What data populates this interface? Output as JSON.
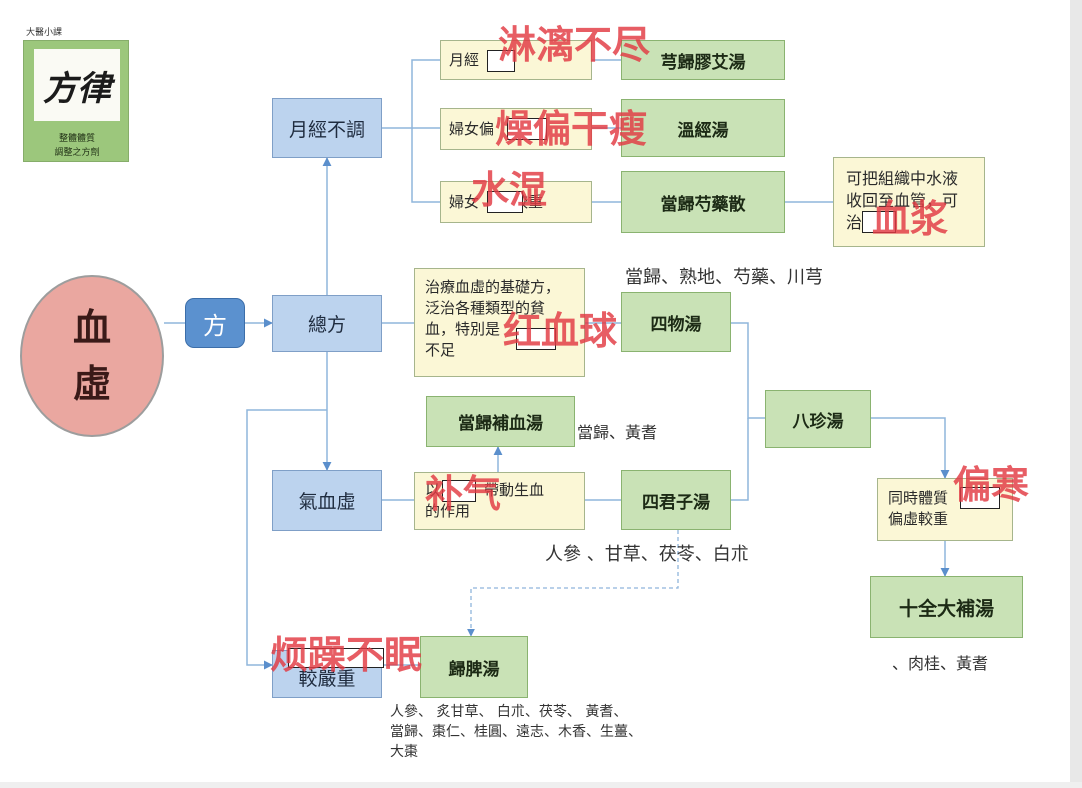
{
  "logo": {
    "top_text": "大醫小課",
    "signature": "方律",
    "line1": "整體體質",
    "line2": "調整之方劑"
  },
  "root": {
    "char1": "血",
    "char2": "虛"
  },
  "method": "方",
  "categories": {
    "menstrual": "月經不調",
    "general": "總方",
    "qi_blood": "氣血虛",
    "severe": "較嚴重"
  },
  "symptoms": {
    "s1": "月經",
    "s2": "婦女偏",
    "s3_a": "婦女",
    "s3_b": "較重",
    "general_desc": [
      "治療血虛的基礎方，",
      "泛治各種類型的貧",
      "血，特別是",
      "不足"
    ],
    "qi_desc_a": "以",
    "qi_desc_b": "帶動生血",
    "qi_desc_c": "的作用",
    "bazhen_desc_a": "同時體質",
    "bazhen_desc_b": "偏虛較重",
    "shaoyao_note_a": "可把組織中水液",
    "shaoyao_note_b": "收回至血管，可",
    "shaoyao_note_c": "治"
  },
  "formulas": {
    "f1": "芎歸膠艾湯",
    "f2": "溫經湯",
    "f3": "當歸芍藥散",
    "f4": "四物湯",
    "f5": "當歸補血湯",
    "f6": "四君子湯",
    "f7": "八珍湯",
    "f8": "十全大補湯",
    "f9": "歸脾湯"
  },
  "ingredients": {
    "siwu": "當歸、熟地、芍藥、川芎",
    "buxue": "當歸、黃耆",
    "sijunzi": "人參 、甘草、茯苓、白朮",
    "shiquan": "、肉桂、黃耆",
    "guipi": [
      "人參、 炙甘草、 白朮、茯苓、 黃耆、",
      "當歸、棗仁、桂圓、遠志、木香、生薑、",
      "大棗"
    ]
  },
  "annotations": {
    "a1": "淋漓不尽",
    "a2": "燥偏干瘦",
    "a3": "水湿",
    "a4": "血浆",
    "a5": "红血球",
    "a6": "补气",
    "a7": "偏寒",
    "a8": "烦躁不眠"
  },
  "colors": {
    "blue_box": "#bcd3ee",
    "green_box": "#c9e2b6",
    "cream_box": "#fbf7d6",
    "root_circle": "#eaa7a0",
    "method_box": "#5b91cf",
    "annotation_red": "#e23a43",
    "connector": "#8fb5dc"
  }
}
